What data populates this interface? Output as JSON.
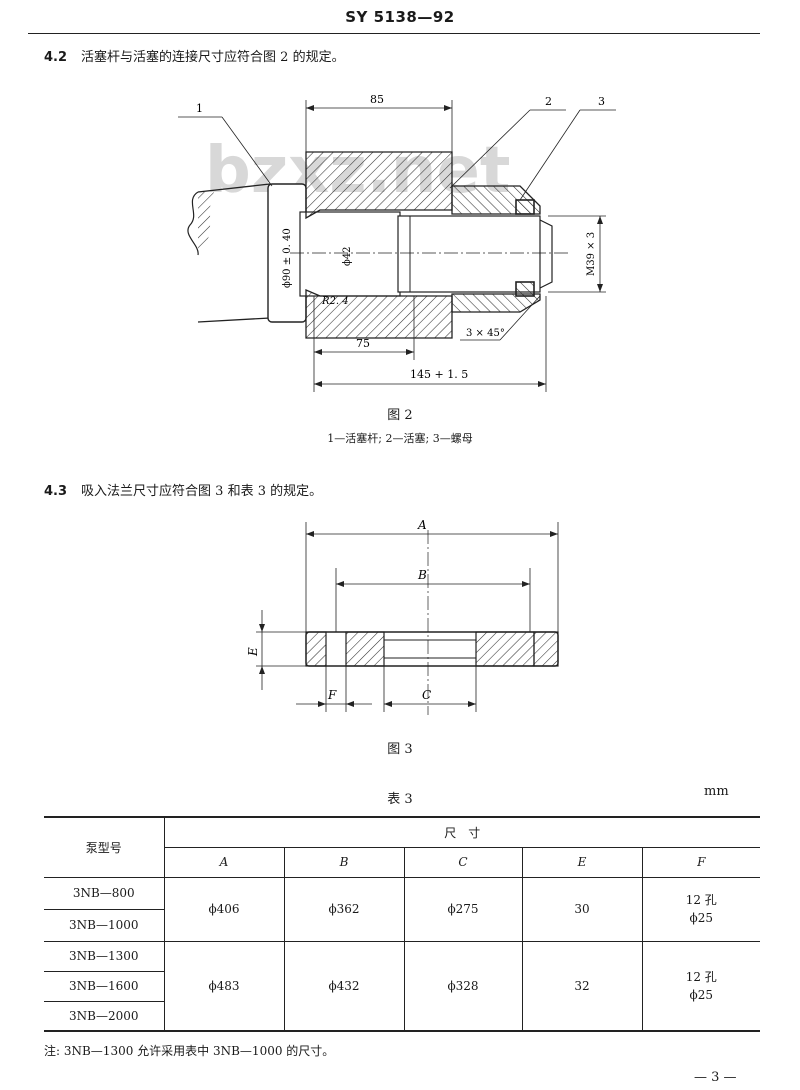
{
  "header": {
    "doc_code": "SY 5138—92"
  },
  "section_4_2": {
    "number": "4.2",
    "text": "活塞杆与活塞的连接尺寸应符合图 2 的规定。"
  },
  "figure2": {
    "watermark": "bzxz.net",
    "callouts": [
      "1",
      "2",
      "3"
    ],
    "dims": {
      "d85": "85",
      "d90": "ϕ90 ± 0. 40",
      "d42": "ϕ42",
      "thread": "M39 × 3",
      "r24": "R2. 4",
      "d75": "75",
      "chamfer": "3 × 45°",
      "d145": "145 + 1. 5"
    },
    "caption": "图 2",
    "legend": "1—活塞杆; 2—活塞; 3—螺母"
  },
  "section_4_3": {
    "number": "4.3",
    "text": "吸入法兰尺寸应符合图 3 和表 3 的规定。"
  },
  "figure3": {
    "labels": {
      "a": "A",
      "b": "B",
      "c": "C",
      "e": "E",
      "f": "F"
    },
    "caption": "图 3"
  },
  "table3": {
    "caption": "表 3",
    "unit": "mm",
    "col_model": "泵型号",
    "col_dims": "尺　寸",
    "cols": [
      "A",
      "B",
      "C",
      "E",
      "F"
    ],
    "models": [
      "3NB—800",
      "3NB—1000",
      "3NB—1300",
      "3NB—1600",
      "3NB—2000"
    ],
    "groups": [
      {
        "A": "ϕ406",
        "B": "ϕ362",
        "C": "ϕ275",
        "E": "30",
        "F1": "12 孔",
        "F2": "ϕ25"
      },
      {
        "A": "ϕ483",
        "B": "ϕ432",
        "C": "ϕ328",
        "E": "32",
        "F1": "12 孔",
        "F2": "ϕ25"
      }
    ]
  },
  "note": "注: 3NB—1300 允许采用表中 3NB—1000 的尺寸。",
  "page_number": "— 3 —"
}
